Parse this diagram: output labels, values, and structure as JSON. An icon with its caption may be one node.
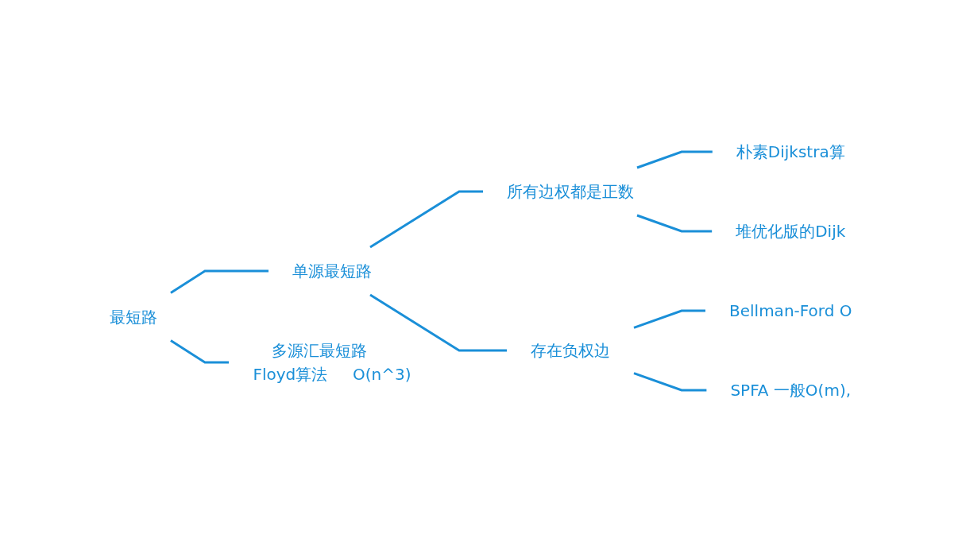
{
  "diagram": {
    "nodes": [
      {
        "text": [
          "最短路"
        ]
      },
      {
        "text": [
          "单源最短路"
        ]
      },
      {
        "text": [
          "多源汇最短路"
        ],
        "beside": [
          "Floyd算法",
          "O(n^3)"
        ]
      },
      {
        "text": [
          "所有边权都是正数"
        ]
      },
      {
        "text": [
          "存在负权边"
        ]
      },
      {
        "text": [
          "朴素Dijkstra算"
        ]
      },
      {
        "text": [
          "堆优化版的Dijk"
        ]
      },
      {
        "text": [
          "Bellman-Ford"
        ],
        "beside": [
          "O"
        ]
      },
      {
        "text": [
          "SPFA"
        ],
        "beside": [
          "一般O(m),"
        ]
      }
    ],
    "edges": [
      {
        "from": 0,
        "to": 1,
        "arrow": "none"
      },
      {
        "from": 0,
        "to": 2,
        "arrow": "none"
      },
      {
        "from": 1,
        "to": 3,
        "arrow": "none"
      },
      {
        "from": 1,
        "to": 4,
        "arrow": "none"
      },
      {
        "from": 3,
        "to": 5,
        "arrow": "none"
      },
      {
        "from": 3,
        "to": 6,
        "arrow": "none"
      },
      {
        "from": 4,
        "to": 7,
        "arrow": "none"
      },
      {
        "from": 4,
        "to": 8,
        "arrow": "none"
      }
    ]
  }
}
